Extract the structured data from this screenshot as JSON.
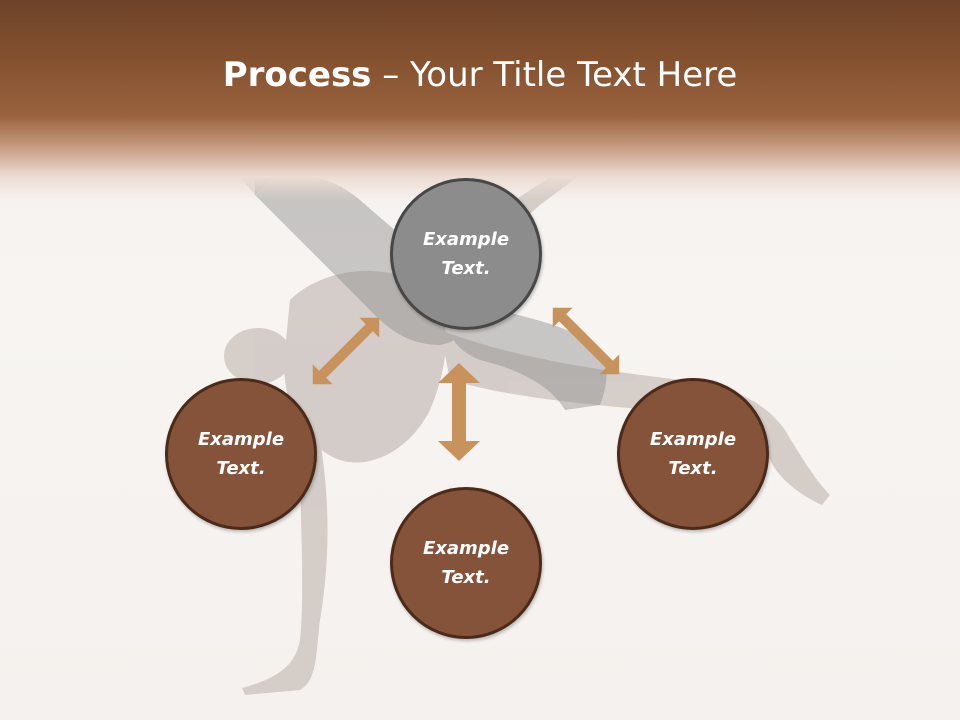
{
  "slide": {
    "title_bold": "Process",
    "title_rest": " – Your Title Text Here"
  },
  "nodes": {
    "top": "Example Text.",
    "left": "Example Text.",
    "bottom": "Example Text.",
    "right": "Example Text."
  },
  "colors": {
    "header": "#84512f",
    "node_brown": "#85533a",
    "node_grey": "#8c8c8c",
    "arrow": "#c8925c"
  },
  "background_image": "breakdancer-photo"
}
